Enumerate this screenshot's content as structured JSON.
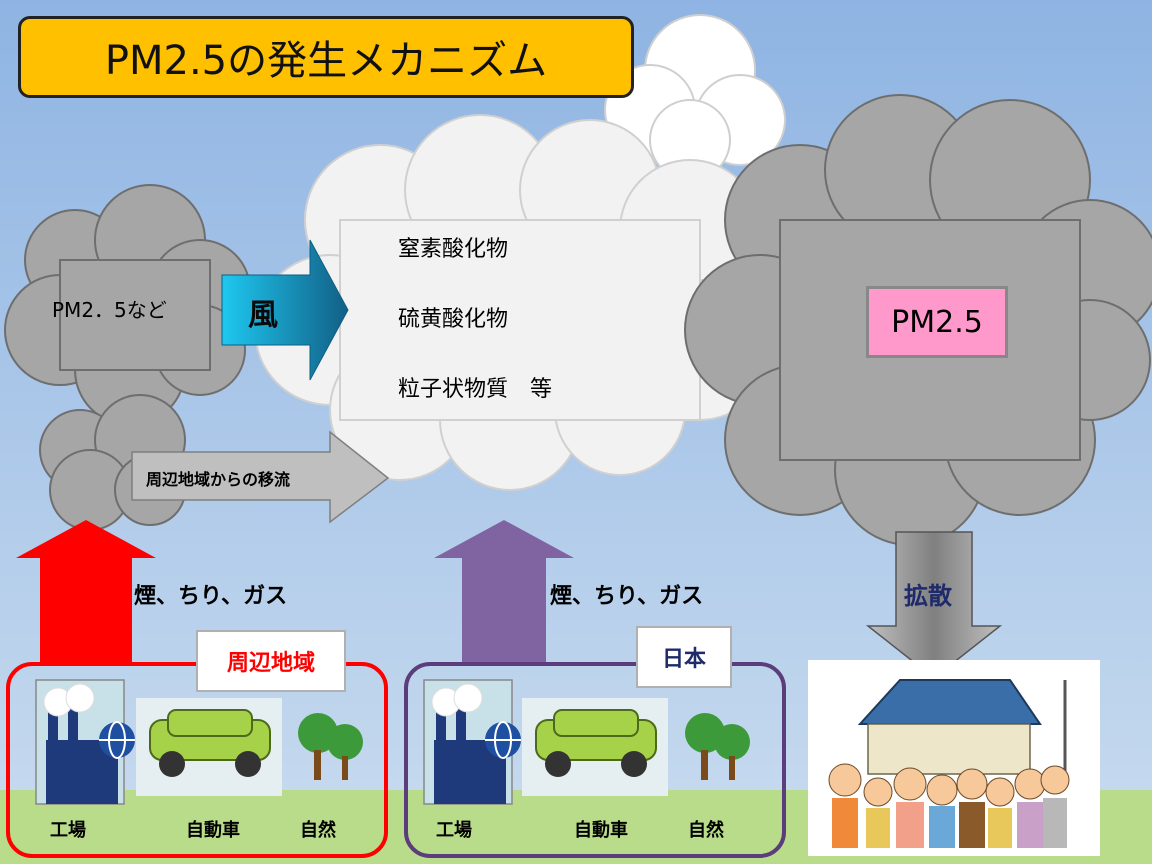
{
  "title": "PM2.5の発生メカニズム",
  "left_cloud": {
    "label": "PM2．5など"
  },
  "wind_arrow": {
    "label": "風"
  },
  "migration_arrow": {
    "label": "周辺地域からの移流"
  },
  "center_cloud": {
    "items": [
      "窒素酸化物",
      "硫黄酸化物",
      "粒子状物質　等"
    ]
  },
  "right_cloud": {
    "label": "PM2.5"
  },
  "emission_label_left": "煙、ちり、ガス",
  "emission_label_right": "煙、ちり、ガス",
  "diffusion_label": "拡散",
  "regions": [
    {
      "name": "周辺地域",
      "color": "#ff0000",
      "sources": [
        "工場",
        "自動車",
        "自然"
      ]
    },
    {
      "name": "日本",
      "color": "#5a3d7a",
      "sources": [
        "工場",
        "自動車",
        "自然"
      ]
    }
  ],
  "colors": {
    "sky_top": "#8fb4e3",
    "sky_bottom": "#c8dcef",
    "ground": "#b9dc8a",
    "gray_cloud": "#a6a6a6",
    "white_cloud": "#f1f1f1",
    "red_arrow": "#ff0000",
    "purple_arrow": "#8064a2",
    "diffusion_arrow": "#7f7f7f",
    "wind_arrow": "#1aa0d8"
  },
  "icons": [
    "factory-icon",
    "globe-icon",
    "car-icon",
    "trees-icon",
    "house-people-icon"
  ]
}
